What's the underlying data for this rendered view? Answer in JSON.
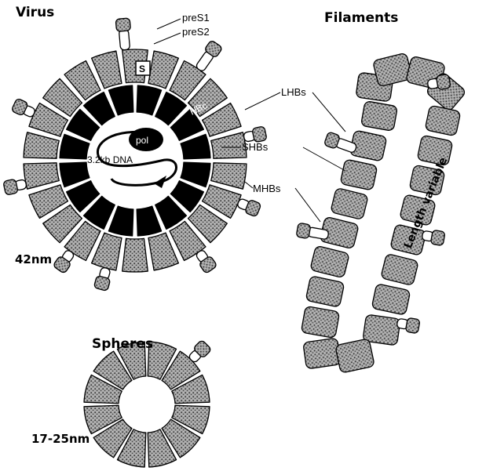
{
  "titles": {
    "virus": "Virus",
    "filaments": "Filaments",
    "spheres": "Spheres"
  },
  "sizes": {
    "virus": "42nm",
    "spheres": "17-25nm"
  },
  "labels": {
    "pres1": "preS1",
    "pres2": "preS2",
    "s": "S",
    "lhbs": "LHBs",
    "shbs": "SHBs",
    "mhbs": "MHBs",
    "hbc": "HBc",
    "pol": "pol",
    "dna": "3.2kb DNA",
    "length": "Length variable"
  },
  "colors": {
    "ink": "#000000",
    "stipple": "#9a9a9a",
    "paper": "#ffffff"
  }
}
